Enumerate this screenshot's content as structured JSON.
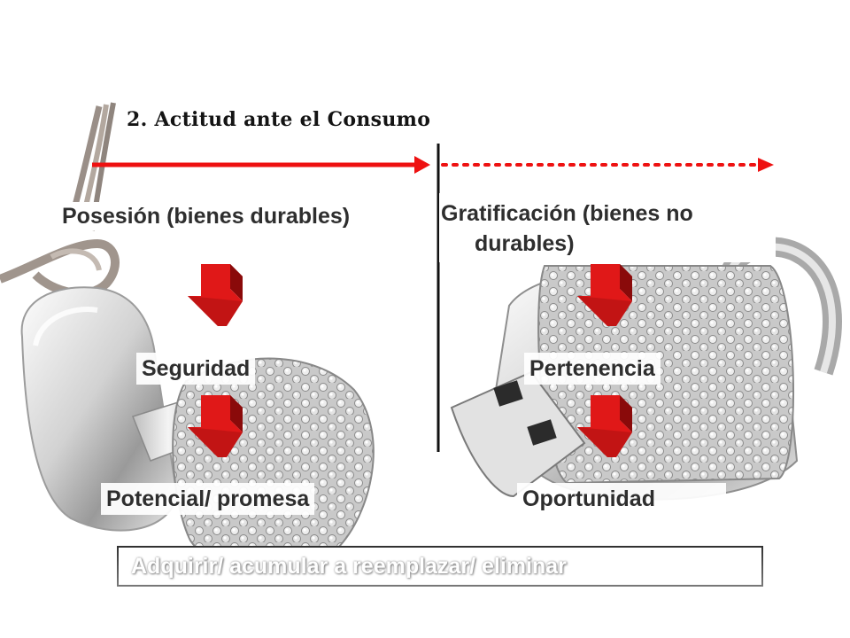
{
  "title": "2. Actitud ante el Consumo",
  "left": {
    "heading": "Posesión (bienes durables)",
    "item1": "Seguridad",
    "item2": "Potencial/ promesa"
  },
  "right": {
    "heading_line1": "Gratificación (bienes no",
    "heading_line2": "durables)",
    "item1": "Pertenencia",
    "item2": "Oportunidad"
  },
  "bottom": "Adquirir/ acumular  a reemplazar/ eliminar",
  "colors": {
    "arrow_red": "#e01818",
    "timeline_red": "#ee1111",
    "divider": "#111111"
  },
  "icons": {
    "arrow": "down-arrow-icon",
    "timeline_arrow": "right-arrow-icon"
  }
}
